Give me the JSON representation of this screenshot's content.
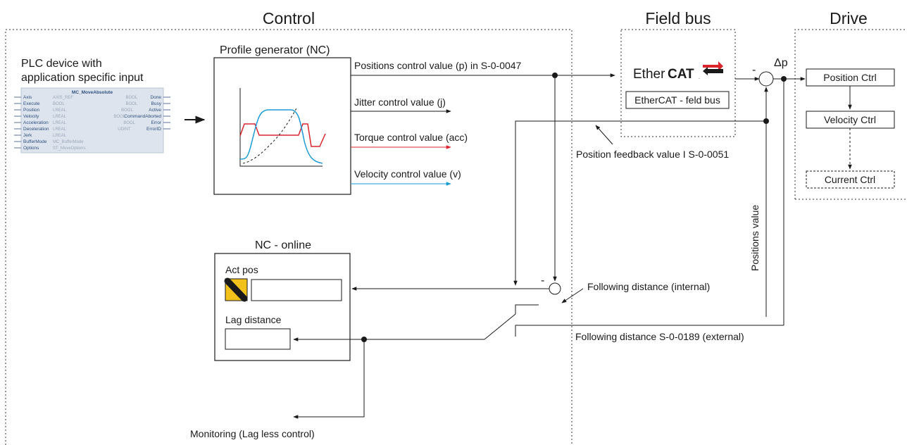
{
  "sections": {
    "control": "Control",
    "fieldbus": "Field bus",
    "drive": "Drive"
  },
  "plc": {
    "title_line1": "PLC device with",
    "title_line2": "application specific input",
    "fb": {
      "name": "MC_MoveAbsolute",
      "inputs": [
        {
          "name": "Axis",
          "type": "AXIS_REF"
        },
        {
          "name": "Execute",
          "type": "BOOL"
        },
        {
          "name": "Position",
          "type": "LREAL"
        },
        {
          "name": "Velocity",
          "type": "LREAL"
        },
        {
          "name": "Acceleration",
          "type": "LREAL"
        },
        {
          "name": "Deceleration",
          "type": "LREAL"
        },
        {
          "name": "Jerk",
          "type": "LREAL"
        },
        {
          "name": "BufferMode",
          "type": "MC_BufferMode"
        },
        {
          "name": "Options",
          "type": "ST_MoveOptions"
        }
      ],
      "outputs": [
        {
          "name": "Done",
          "type": "BOOL"
        },
        {
          "name": "Busy",
          "type": "BOOL"
        },
        {
          "name": "Active",
          "type": "BOOL"
        },
        {
          "name": "CommandAborted",
          "type": "BOOL"
        },
        {
          "name": "Error",
          "type": "BOOL"
        },
        {
          "name": "ErrorID",
          "type": "UDINT"
        }
      ]
    }
  },
  "profile": {
    "title": "Profile generator (NC)",
    "outputs": {
      "position": "Positions control value (p) in S-0-0047",
      "jitter": "Jitter control value (j)",
      "torque": "Torque control value (acc)",
      "velocity": "Velocity control value (v)"
    }
  },
  "fieldbus": {
    "logo_left": "Ether",
    "logo_right": "CAT",
    "logo_mark": ".",
    "box_label": "EtherCAT - feld bus"
  },
  "drive": {
    "delta": "Δp",
    "minus": "-",
    "position_ctrl": "Position Ctrl",
    "velocity_ctrl": "Velocity Ctrl",
    "current_ctrl": "Current Ctrl"
  },
  "feedback": {
    "position_feedback": "Position feedback value I S-0-0051",
    "positions_value": "Positions value",
    "following_internal": "Following distance (internal)",
    "following_external": "Following distance S-0-0189 (external)",
    "monitoring": "Monitoring (Lag less control)"
  },
  "nc_online": {
    "title": "NC - online",
    "act_pos": "Act pos",
    "lag_distance": "Lag distance",
    "minus": "-"
  },
  "colors": {
    "torque": "#d9252b",
    "velocity": "#1a9bd7",
    "ethercat_red": "#d9252b",
    "fb_bg": "#dde4ee",
    "switch_yellow": "#f2c21b"
  }
}
